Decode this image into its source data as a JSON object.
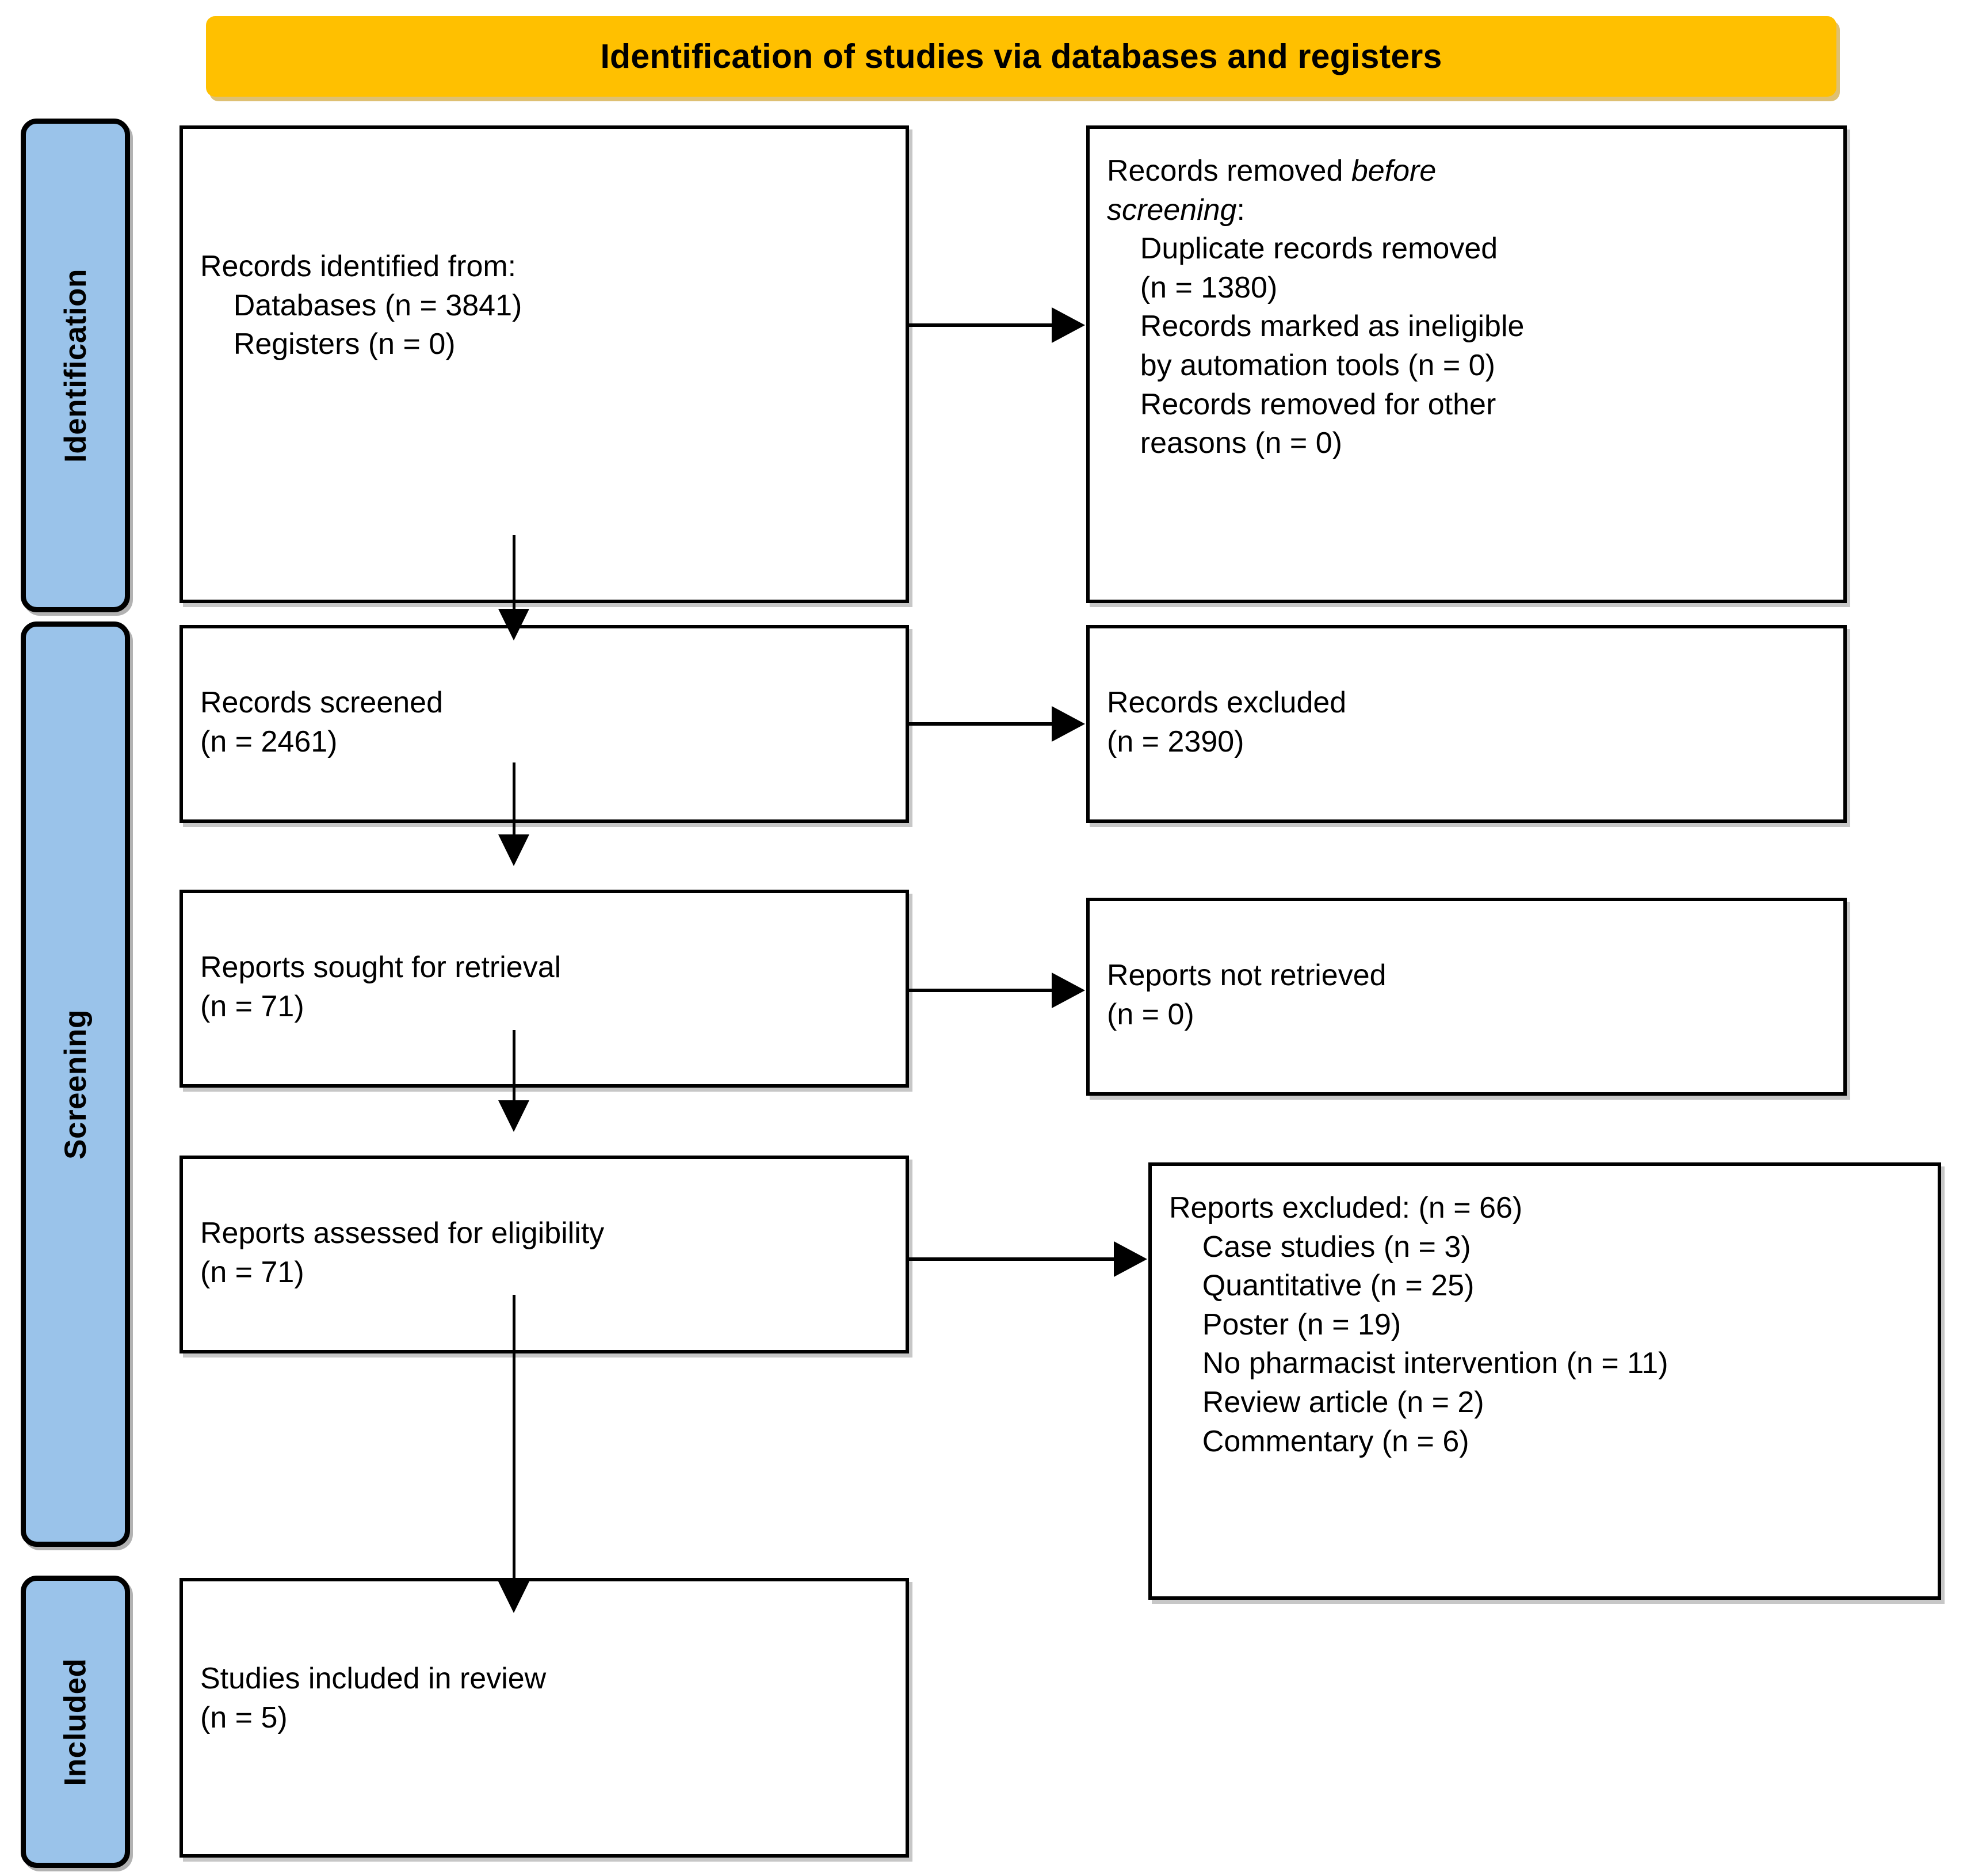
{
  "banner": {
    "title": "Identification of studies via databases and registers"
  },
  "stages": [
    {
      "label": "Identification"
    },
    {
      "label": "Screening"
    },
    {
      "label": "Included"
    }
  ],
  "boxes": {
    "identified": {
      "line1": "Records identified from:",
      "line2": "    Databases (n = 3841)",
      "line3": "    Registers (n = 0)"
    },
    "removed_before_screening": {
      "line1_prefix": "Records removed ",
      "line1_italic": "before",
      "line2_italic": "screening",
      "line2_suffix": ":",
      "line3": "    Duplicate records removed",
      "line4": "    (n = 1380)",
      "line5": "    Records marked as ineligible",
      "line6": "    by automation tools (n = 0)",
      "line7": "    Records removed for other",
      "line8": "    reasons (n = 0)"
    },
    "records_screened": {
      "line1": "Records screened",
      "line2": "(n = 2461)"
    },
    "records_excluded": {
      "line1": "Records excluded",
      "line2": "(n = 2390)"
    },
    "reports_sought": {
      "line1": "Reports sought for retrieval",
      "line2": "(n = 71)"
    },
    "reports_not_retrieved": {
      "line1": "Reports not retrieved",
      "line2": "(n = 0)"
    },
    "reports_assessed": {
      "line1": "Reports assessed for eligibility",
      "line2": "(n = 71)"
    },
    "reports_excluded": {
      "line1": "Reports excluded: (n = 66)",
      "line2": "    Case studies (n = 3)",
      "line3": "    Quantitative (n = 25)",
      "line4": "    Poster (n = 19)",
      "line5": "    No pharmacist intervention (n = 11)",
      "line6": "    Review article (n = 2)",
      "line7": "    Commentary (n = 6)"
    },
    "studies_included": {
      "line1": "Studies included in review",
      "line2": "(n = 5)"
    }
  },
  "colors": {
    "banner_fill": "#FFC000",
    "stage_fill": "#9AC3EA",
    "box_border": "#000000",
    "box_fill": "#FFFFFF",
    "text": "#000000"
  },
  "chart_data": {
    "type": "diagram",
    "title": "Identification of studies via databases and registers",
    "nodes": [
      {
        "id": "identified",
        "stage": "Identification",
        "label": "Records identified from",
        "values": {
          "Databases": 3841,
          "Registers": 0
        }
      },
      {
        "id": "removed_before_screening",
        "stage": "Identification",
        "label": "Records removed before screening",
        "values": {
          "Duplicate records removed": 1380,
          "Records marked as ineligible by automation tools": 0,
          "Records removed for other reasons": 0
        }
      },
      {
        "id": "records_screened",
        "stage": "Screening",
        "label": "Records screened",
        "n": 2461
      },
      {
        "id": "records_excluded",
        "stage": "Screening",
        "label": "Records excluded",
        "n": 2390
      },
      {
        "id": "reports_sought",
        "stage": "Screening",
        "label": "Reports sought for retrieval",
        "n": 71
      },
      {
        "id": "reports_not_retrieved",
        "stage": "Screening",
        "label": "Reports not retrieved",
        "n": 0
      },
      {
        "id": "reports_assessed",
        "stage": "Screening",
        "label": "Reports assessed for eligibility",
        "n": 71
      },
      {
        "id": "reports_excluded",
        "stage": "Screening",
        "label": "Reports excluded",
        "n": 66,
        "values": {
          "Case studies": 3,
          "Quantitative": 25,
          "Poster": 19,
          "No pharmacist intervention": 11,
          "Review article": 2,
          "Commentary": 6
        }
      },
      {
        "id": "studies_included",
        "stage": "Included",
        "label": "Studies included in review",
        "n": 5
      }
    ],
    "edges": [
      {
        "from": "identified",
        "to": "removed_before_screening",
        "direction": "right"
      },
      {
        "from": "identified",
        "to": "records_screened",
        "direction": "down"
      },
      {
        "from": "records_screened",
        "to": "records_excluded",
        "direction": "right"
      },
      {
        "from": "records_screened",
        "to": "reports_sought",
        "direction": "down"
      },
      {
        "from": "reports_sought",
        "to": "reports_not_retrieved",
        "direction": "right"
      },
      {
        "from": "reports_sought",
        "to": "reports_assessed",
        "direction": "down"
      },
      {
        "from": "reports_assessed",
        "to": "reports_excluded",
        "direction": "right"
      },
      {
        "from": "reports_assessed",
        "to": "studies_included",
        "direction": "down"
      }
    ]
  }
}
